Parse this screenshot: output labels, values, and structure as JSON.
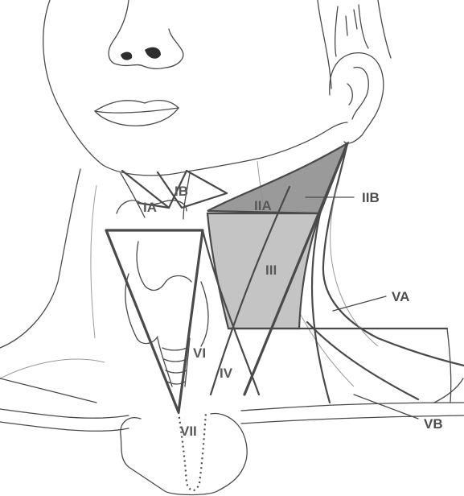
{
  "levels": {
    "IA": "IA",
    "IB": "IB",
    "IIA": "IIA",
    "IIB": "IIB",
    "III": "III",
    "IV": "IV",
    "VA": "VA",
    "VB": "VB",
    "VI": "VI",
    "VII": "VII"
  },
  "colors": {
    "level_II_fill": "#8f8f8f",
    "level_III_fill": "#c4c4c4",
    "outline": "#4a4a4a"
  }
}
